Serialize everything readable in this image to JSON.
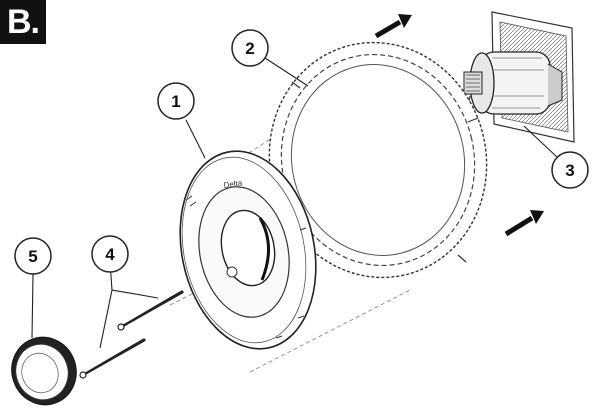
{
  "panel_label": "B.",
  "trim_brand": "Delta",
  "callouts": [
    {
      "id": "1",
      "label": "1"
    },
    {
      "id": "2",
      "label": "2"
    },
    {
      "id": "3",
      "label": "3"
    },
    {
      "id": "4",
      "label": "4"
    },
    {
      "id": "5",
      "label": "5"
    }
  ],
  "colors": {
    "ink": "#222222",
    "badge": "#111111",
    "paper": "#ffffff"
  },
  "icons": [
    "direction-arrow-icon"
  ]
}
